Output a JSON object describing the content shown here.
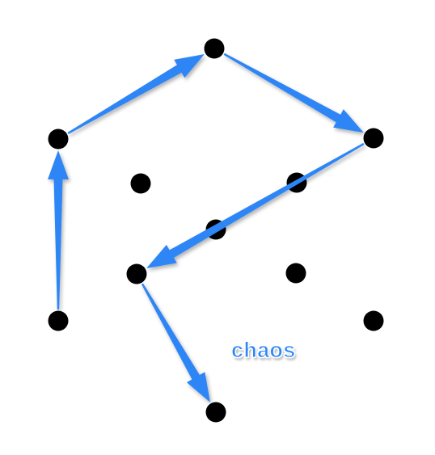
{
  "caption": {
    "text": "chaos"
  },
  "colors": {
    "arrow": "#2f86f6",
    "dot": "#000000",
    "caption": "#2f86f6"
  },
  "dots": [
    {
      "id": "top-center"
    },
    {
      "id": "upper-left"
    },
    {
      "id": "upper-right"
    },
    {
      "id": "middle-left"
    },
    {
      "id": "middle-right"
    },
    {
      "id": "center"
    },
    {
      "id": "lower-left-inner"
    },
    {
      "id": "lower-right-inner"
    },
    {
      "id": "lower-left"
    },
    {
      "id": "lower-right"
    },
    {
      "id": "bottom-center"
    }
  ],
  "path_order": [
    "lower-left",
    "upper-left",
    "top-center",
    "upper-right",
    "lower-left-inner",
    "bottom-center"
  ]
}
